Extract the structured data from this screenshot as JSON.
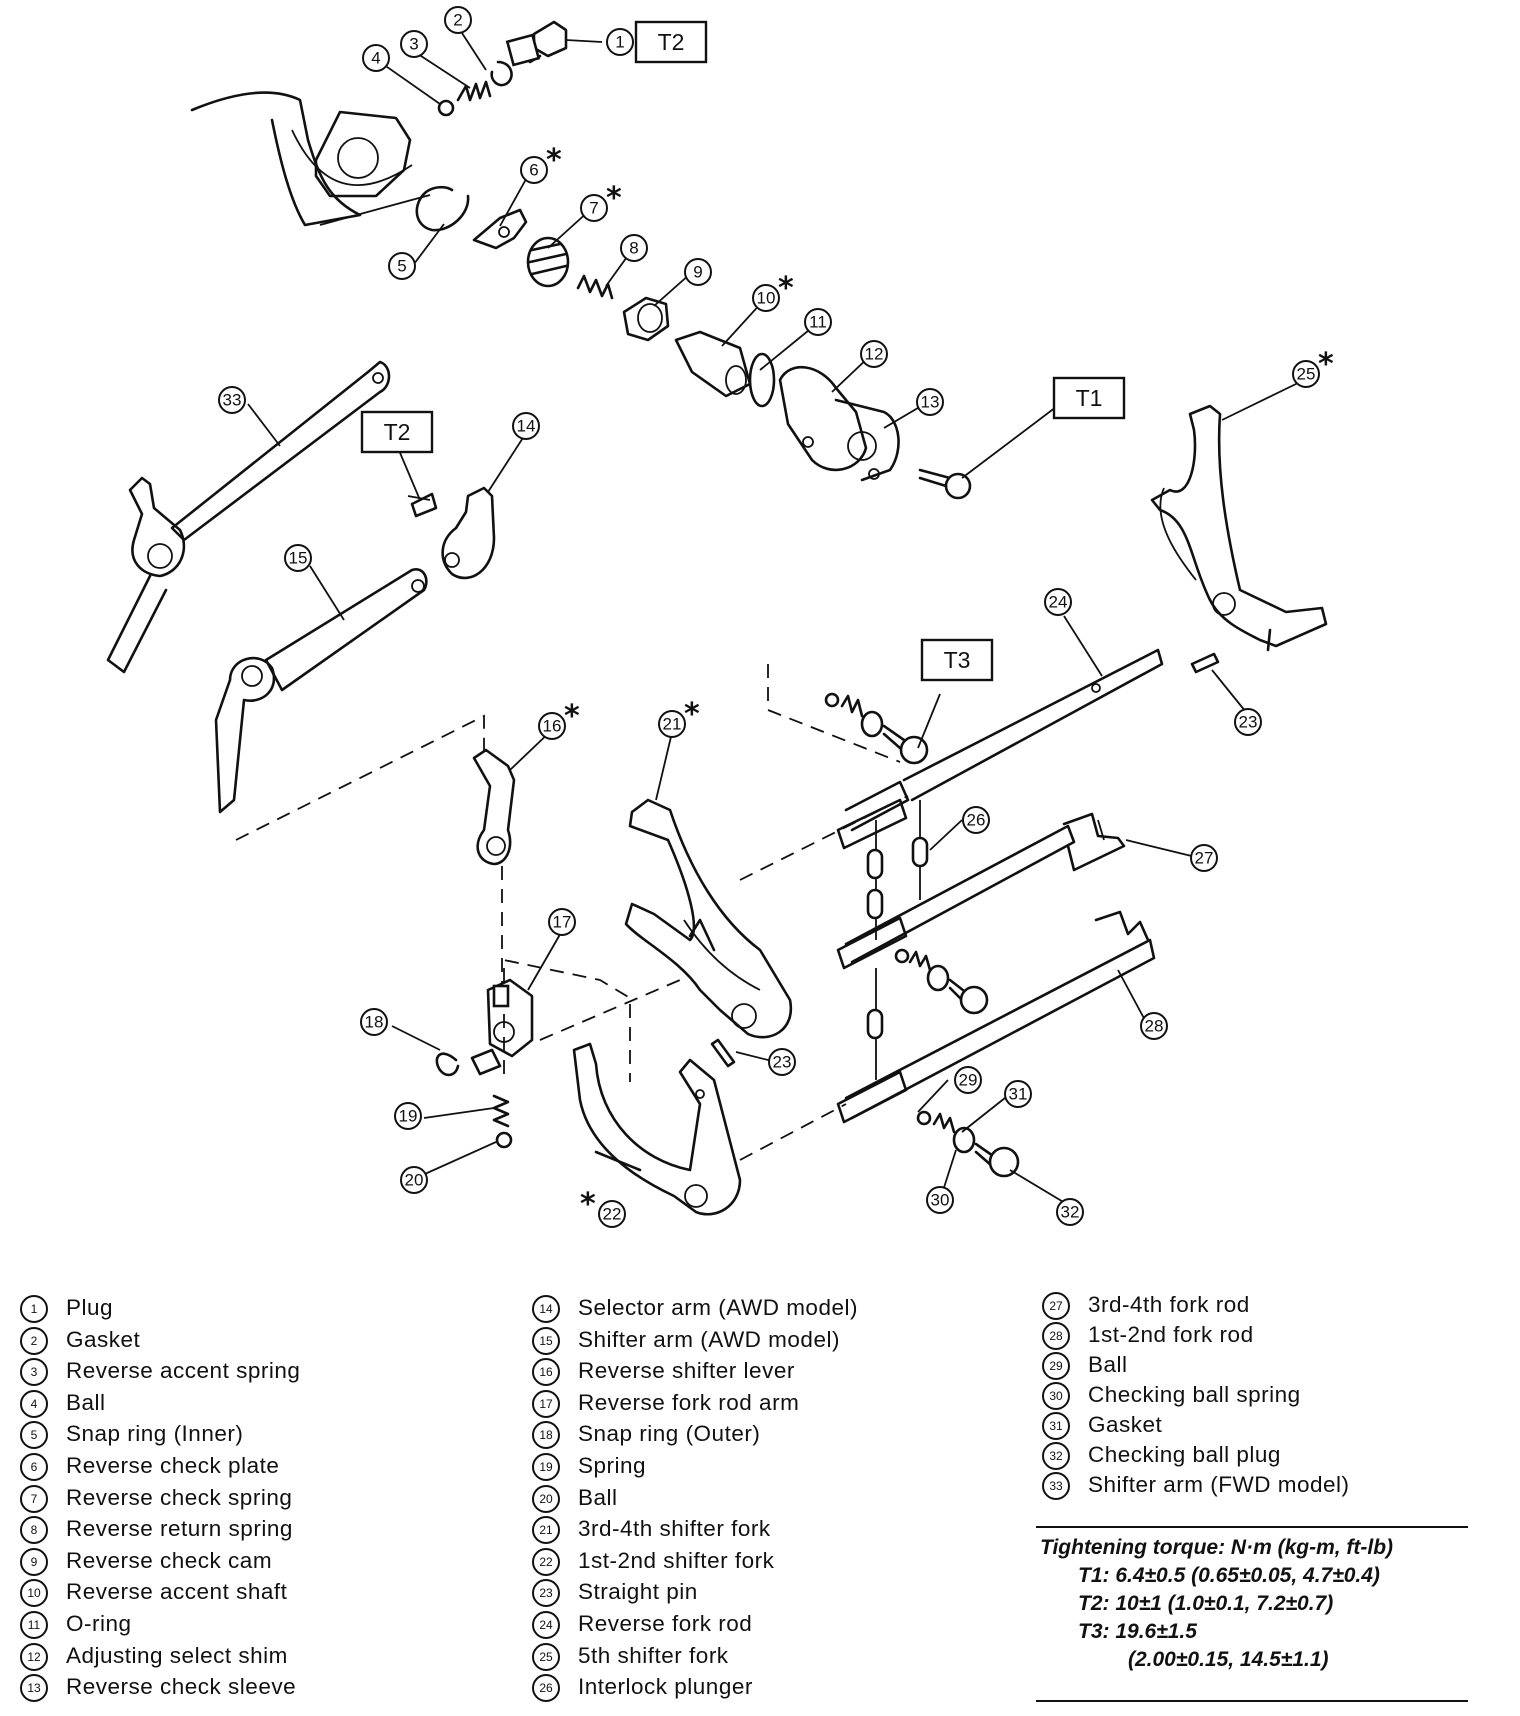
{
  "callouts": {
    "n1": "1",
    "n2": "2",
    "n3": "3",
    "n4": "4",
    "n5": "5",
    "n6": "6",
    "n7": "7",
    "n8": "8",
    "n9": "9",
    "n10": "10",
    "n11": "11",
    "n12": "12",
    "n13": "13",
    "n14": "14",
    "n15": "15",
    "n16": "16",
    "n17": "17",
    "n18": "18",
    "n19": "19",
    "n20": "20",
    "n21": "21",
    "n22": "22",
    "n23a": "23",
    "n23b": "23",
    "n24": "24",
    "n25": "25",
    "n26": "26",
    "n27": "27",
    "n28": "28",
    "n29": "29",
    "n30": "30",
    "n31": "31",
    "n32": "32",
    "n33": "33",
    "star": "*"
  },
  "torque_boxes": {
    "t1": "T1",
    "t2a": "T2",
    "t2b": "T2",
    "t3": "T3"
  },
  "legend": {
    "col1": [
      {
        "num": "1",
        "label": "Plug"
      },
      {
        "num": "2",
        "label": "Gasket"
      },
      {
        "num": "3",
        "label": "Reverse accent spring"
      },
      {
        "num": "4",
        "label": "Ball"
      },
      {
        "num": "5",
        "label": "Snap ring (Inner)"
      },
      {
        "num": "6",
        "label": "Reverse check plate"
      },
      {
        "num": "7",
        "label": "Reverse check spring"
      },
      {
        "num": "8",
        "label": "Reverse return spring"
      },
      {
        "num": "9",
        "label": "Reverse check cam"
      },
      {
        "num": "10",
        "label": "Reverse accent shaft"
      },
      {
        "num": "11",
        "label": "O-ring"
      },
      {
        "num": "12",
        "label": "Adjusting select shim"
      },
      {
        "num": "13",
        "label": "Reverse check sleeve"
      }
    ],
    "col2": [
      {
        "num": "14",
        "label": "Selector arm (AWD model)"
      },
      {
        "num": "15",
        "label": "Shifter arm (AWD model)"
      },
      {
        "num": "16",
        "label": "Reverse shifter lever"
      },
      {
        "num": "17",
        "label": "Reverse fork rod arm"
      },
      {
        "num": "18",
        "label": "Snap ring (Outer)"
      },
      {
        "num": "19",
        "label": "Spring"
      },
      {
        "num": "20",
        "label": "Ball"
      },
      {
        "num": "21",
        "label": "3rd-4th shifter fork"
      },
      {
        "num": "22",
        "label": "1st-2nd shifter fork"
      },
      {
        "num": "23",
        "label": "Straight pin"
      },
      {
        "num": "24",
        "label": "Reverse fork rod"
      },
      {
        "num": "25",
        "label": "5th shifter fork"
      },
      {
        "num": "26",
        "label": "Interlock plunger"
      }
    ],
    "col3": [
      {
        "num": "27",
        "label": "3rd-4th fork rod"
      },
      {
        "num": "28",
        "label": "1st-2nd fork rod"
      },
      {
        "num": "29",
        "label": "Ball"
      },
      {
        "num": "30",
        "label": "Checking ball spring"
      },
      {
        "num": "31",
        "label": "Gasket"
      },
      {
        "num": "32",
        "label": "Checking ball plug"
      },
      {
        "num": "33",
        "label": "Shifter arm (FWD model)"
      }
    ]
  },
  "torque": {
    "heading": "Tightening torque: N·m (kg-m, ft-lb)",
    "t1": "T1: 6.4±0.5 (0.65±0.05, 4.7±0.4)",
    "t2": "T2: 10±1 (1.0±0.1, 7.2±0.7)",
    "t3": "T3: 19.6±1.5",
    "t3_cont": "(2.00±0.15, 14.5±1.1)"
  }
}
